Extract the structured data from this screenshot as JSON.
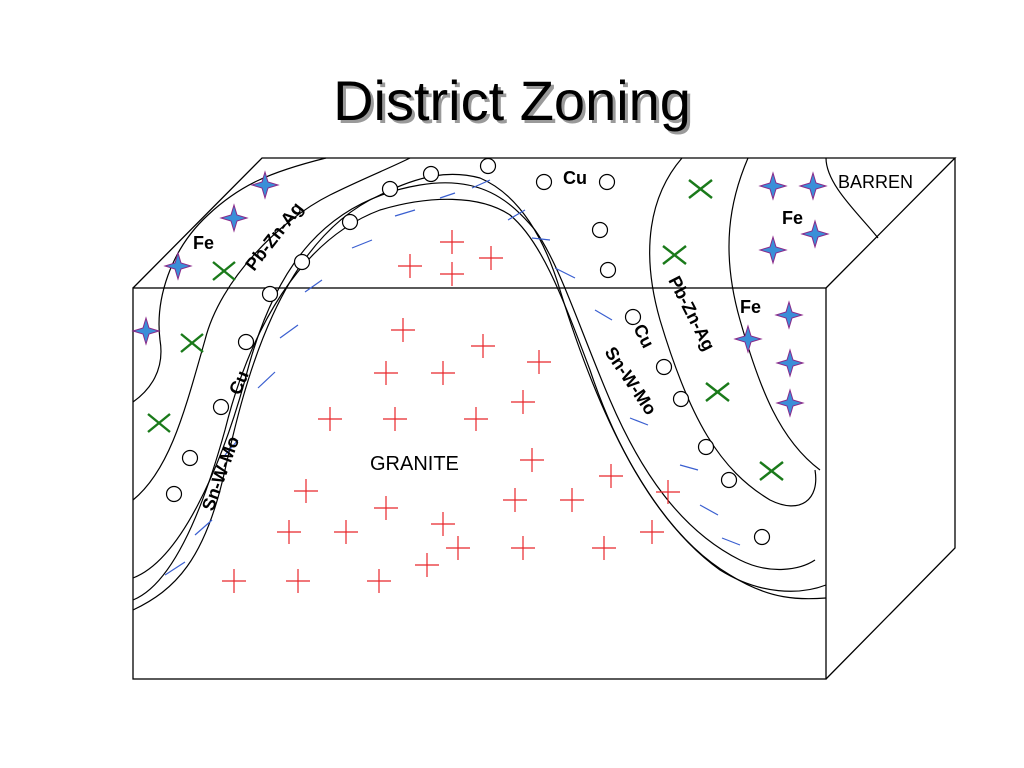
{
  "title": "District Zoning",
  "labels": {
    "barren": "BARREN",
    "granite": "GRANITE",
    "fe_left": "Fe",
    "fe_top_right": "Fe",
    "fe_right": "Fe",
    "pb_left": "Pb-Zn-Ag",
    "pb_right": "Pb-Zn-Ag",
    "cu_top": "Cu",
    "cu_left": "Cu",
    "cu_right": "Cu",
    "sn_left": "Sn-W-Mo",
    "sn_right": "Sn-W-Mo"
  },
  "symbols": {
    "fe": "four-point-star-icon",
    "pb_zn_ag": "x-cross-icon",
    "cu": "circle-icon",
    "sn_w_mo": "dash-icon",
    "granite": "plus-icon"
  },
  "colors": {
    "granite_plus": "#e8262a",
    "pb_cross": "#1a7a1a",
    "sn_dash": "#3a5fd0",
    "fe_star_fill": "#3a8fd8",
    "fe_star_stroke": "#8a2a8a",
    "outline": "#000000"
  }
}
